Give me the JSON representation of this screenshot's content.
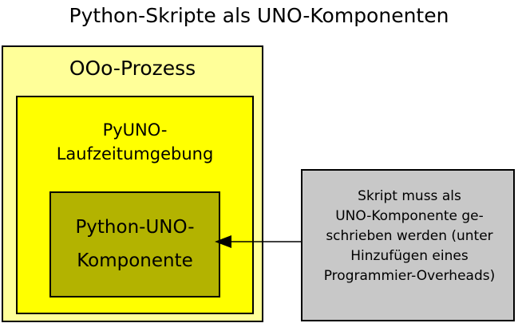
{
  "diagram": {
    "title": "Python-Skripte als UNO-Komponenten",
    "type": "nested-block-diagram",
    "colors": {
      "background": "#ffffff",
      "process_box": "#ffff99",
      "runtime_box": "#ffff00",
      "component_box": "#b3b300",
      "note_box": "#c8c8c8",
      "stroke": "#000000",
      "text": "#000000"
    },
    "nodes": {
      "process": {
        "label": "OOo-Prozess"
      },
      "runtime": {
        "label_line1": "PyUNO-",
        "label_line2": "Laufzeitumgebung"
      },
      "component": {
        "label_line1": "Python-UNO-",
        "label_line2": "Komponente"
      },
      "note": {
        "line1": "Skript muss als",
        "line2": "UNO-Komponente ge-",
        "line3": "schrieben werden (unter",
        "line4": "Hinzufügen eines",
        "line5": "Programmier-Overheads)"
      }
    },
    "edges": [
      {
        "from": "note",
        "to": "component",
        "style": "solid",
        "arrowhead": "filled-triangle",
        "direction": "left"
      }
    ]
  }
}
